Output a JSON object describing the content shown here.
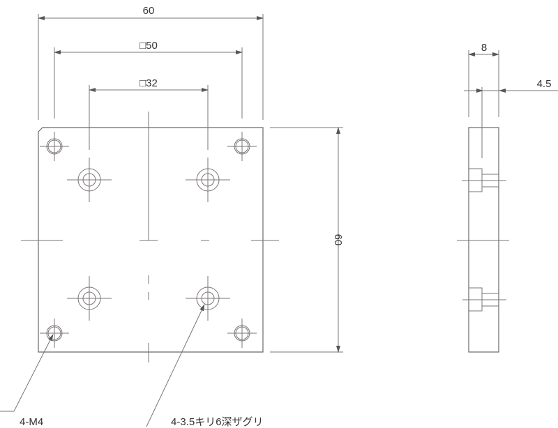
{
  "drawing": {
    "front_view": {
      "width_dim": "60",
      "outer_hole_pitch": "□50",
      "inner_hole_pitch": "□32",
      "height_dim": "60",
      "callout_tapped": "4-M4",
      "callout_counterbore": "4-3.5キリ6深ザグリ"
    },
    "side_view": {
      "thickness_dim": "8",
      "counterbore_depth_dim": "4.5"
    },
    "line_color": "#6e6868"
  }
}
